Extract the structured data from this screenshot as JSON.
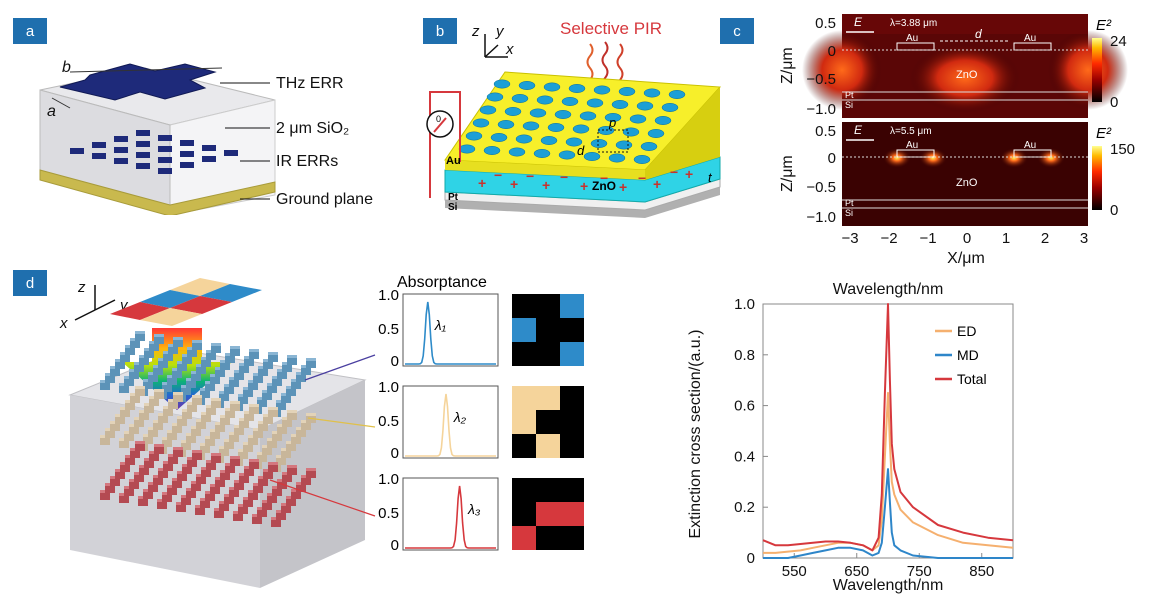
{
  "panels": {
    "a": {
      "badge": "a",
      "dim_b": "b",
      "dim_a": "a",
      "labels": [
        "THz ERR",
        "2 μm SiO₂",
        "IR ERRs",
        "Ground plane"
      ]
    },
    "b": {
      "badge": "b",
      "title": "Selective PIR",
      "axes": {
        "z": "z",
        "y": "y",
        "x": "x"
      },
      "meter": "0",
      "labels": {
        "p": "p",
        "d": "d",
        "au": "Au",
        "zno": "ZnO",
        "pt": "Pt",
        "si": "Si",
        "t": "t"
      },
      "charges_plus": [
        "+",
        "+",
        "+",
        "+",
        "+",
        "+",
        "+"
      ],
      "charges_minus": [
        "−",
        "−",
        "−",
        "−",
        "−",
        "−"
      ]
    },
    "c": {
      "badge": "c",
      "top": {
        "field": "E",
        "lambda": "λ=3.88 μm",
        "d": "d",
        "au_left": "Au",
        "au_right": "Au",
        "zno": "ZnO",
        "pt": "Pt",
        "si": "Si",
        "cbar_title": "E²",
        "cbar_max": "24",
        "cbar_min": "0"
      },
      "bottom": {
        "field": "E",
        "lambda": "λ=5.5 μm",
        "au_left": "Au",
        "au_right": "Au",
        "zno": "ZnO",
        "pt": "Pt",
        "si": "Si",
        "cbar_title": "E²",
        "cbar_max": "150",
        "cbar_min": "0"
      },
      "ylabel": "Z/μm",
      "yticks": [
        "0.5",
        "0",
        "−0.5",
        "−1.0"
      ],
      "xlabel": "X/μm",
      "xticks": [
        "−3",
        "−2",
        "−1",
        "0",
        "1",
        "2",
        "3"
      ]
    },
    "d": {
      "badge": "d",
      "axes": {
        "z": "z",
        "y": "y",
        "x": "x"
      },
      "absorptance_title": "Absorptance",
      "yticks": [
        "1.0",
        "0.5",
        "0"
      ],
      "lambdas": [
        "λ₁",
        "λ₂",
        "λ₃"
      ],
      "colors": {
        "blue": "#2e8bc9",
        "beige": "#f5d49b",
        "red": "#d6383d"
      }
    }
  },
  "chart_data": {
    "type": "line",
    "title": "Wavelength/nm",
    "xlabel": "Wavelength/nm",
    "ylabel": "Extinction cross section/(a.u.)",
    "xlim": [
      500,
      900
    ],
    "ylim": [
      0,
      1.0
    ],
    "xticks": [
      "550",
      "650",
      "750",
      "850"
    ],
    "yticks": [
      "0",
      "0.2",
      "0.4",
      "0.6",
      "0.8",
      "1.0"
    ],
    "legend_position": "top-right",
    "series": [
      {
        "name": "ED",
        "color": "#f5b06f",
        "x": [
          500,
          520,
          540,
          560,
          580,
          600,
          620,
          640,
          660,
          675,
          685,
          690,
          695,
          700,
          703,
          706,
          710,
          720,
          740,
          780,
          820,
          860,
          900
        ],
        "y": [
          0.02,
          0.02,
          0.025,
          0.03,
          0.04,
          0.05,
          0.06,
          0.06,
          0.05,
          0.03,
          0.05,
          0.15,
          0.4,
          0.65,
          0.45,
          0.3,
          0.25,
          0.19,
          0.14,
          0.09,
          0.06,
          0.05,
          0.04
        ]
      },
      {
        "name": "MD",
        "color": "#2e86c9",
        "x": [
          500,
          520,
          540,
          560,
          580,
          600,
          620,
          640,
          660,
          675,
          685,
          690,
          695,
          700,
          703,
          706,
          710,
          720,
          740,
          780,
          820,
          860,
          900
        ],
        "y": [
          0.0,
          0.0,
          0.0,
          0.01,
          0.02,
          0.03,
          0.04,
          0.04,
          0.03,
          0.01,
          0.02,
          0.06,
          0.2,
          0.35,
          0.22,
          0.1,
          0.05,
          0.03,
          0.01,
          0.0,
          0.0,
          0.0,
          0.0
        ]
      },
      {
        "name": "Total",
        "color": "#d6383d",
        "x": [
          500,
          520,
          540,
          560,
          580,
          600,
          620,
          640,
          660,
          675,
          685,
          690,
          695,
          700,
          703,
          706,
          710,
          720,
          740,
          780,
          820,
          860,
          900
        ],
        "y": [
          0.07,
          0.05,
          0.05,
          0.055,
          0.06,
          0.065,
          0.065,
          0.06,
          0.05,
          0.03,
          0.08,
          0.25,
          0.65,
          1.0,
          0.7,
          0.45,
          0.35,
          0.26,
          0.2,
          0.13,
          0.1,
          0.08,
          0.07
        ]
      }
    ]
  }
}
